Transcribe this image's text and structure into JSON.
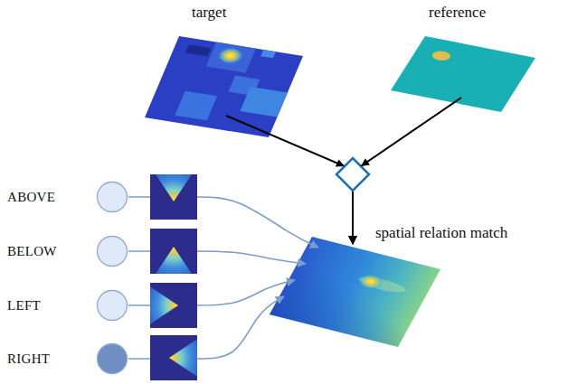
{
  "diagram": {
    "nodes": [
      {
        "text": [
          "target"
        ]
      },
      {
        "text": [
          "reference"
        ]
      },
      {
        "text": [
          "spatial relation match"
        ]
      },
      {
        "text": [
          "ABOVE"
        ]
      },
      {
        "text": [
          "BELOW"
        ]
      },
      {
        "text": [
          "LEFT"
        ]
      },
      {
        "text": [
          "RIGHT"
        ]
      }
    ],
    "edges": [
      {
        "from": 0,
        "to": 2,
        "arrow": "to"
      },
      {
        "from": 1,
        "to": 2,
        "arrow": "to"
      },
      {
        "from": 3,
        "to": 2,
        "arrow": "to"
      },
      {
        "from": 4,
        "to": 2,
        "arrow": "to"
      },
      {
        "from": 5,
        "to": 2,
        "arrow": "to"
      },
      {
        "from": 6,
        "to": 2,
        "arrow": "to"
      }
    ]
  }
}
